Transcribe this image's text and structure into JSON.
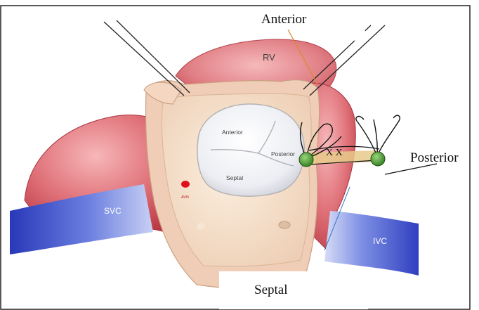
{
  "colors": {
    "ventricle": "#c9454f",
    "ventricle_highlight": "#f1a6a9",
    "vena_cava": "#3b4fc8",
    "atrium_wall": "#f0cdb6",
    "atrium_inner": "#f7e2cc",
    "valve": "#f4f4f7",
    "node_red": "#e0101a",
    "pledget_green": "#3f9a2a",
    "suture_yellow": "#e8c98a",
    "frame": "#222222"
  },
  "labels": {
    "anterior_outer": "Anterior",
    "posterior_outer": "Posterior",
    "septal_outer": "Septal",
    "rv": "RV",
    "svc": "SVC",
    "ivc": "IVC",
    "anterior_leaflet": "Anterior",
    "posterior_leaflet": "Posterior",
    "septal_leaflet": "Septal",
    "avn": "AVN",
    "suture_marks": "X X"
  }
}
